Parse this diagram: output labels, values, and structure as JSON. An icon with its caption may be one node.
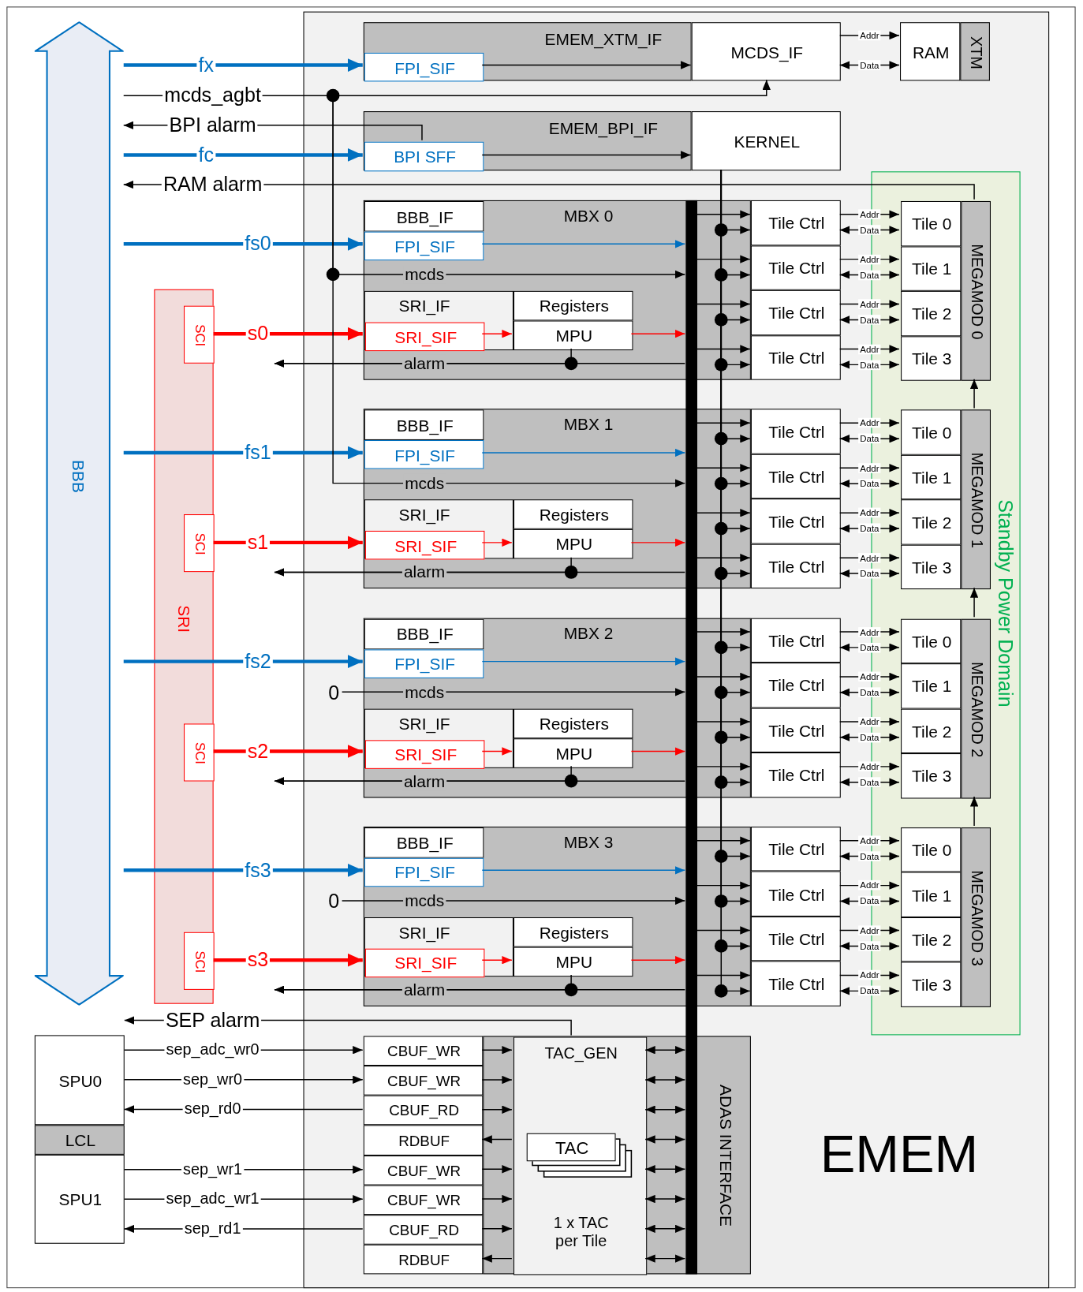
{
  "diagram": {
    "nodes": [
      {
        "text": [
          "EMEM"
        ]
      },
      {
        "text": [
          "BBB"
        ]
      },
      {
        "text": [
          "SRI"
        ]
      },
      {
        "text": [
          "SCI"
        ],
        "in": 2
      },
      {
        "text": [
          "SCI"
        ],
        "in": 2
      },
      {
        "text": [
          "SCI"
        ],
        "in": 2
      },
      {
        "text": [
          "SCI"
        ],
        "in": 2
      },
      {
        "text": [
          "EMEM_XTM_IF"
        ],
        "in": 0
      },
      {
        "text": [
          "FPI_SIF"
        ],
        "in": 7
      },
      {
        "text": [
          "MCDS_IF"
        ],
        "in": 0
      },
      {
        "text": [
          "RAM"
        ],
        "in": 0
      },
      {
        "text": [
          "XTM"
        ],
        "in": 0
      },
      {
        "text": [
          "EMEM_BPI_IF"
        ],
        "in": 0
      },
      {
        "text": [
          "BPI SFF"
        ],
        "in": 12
      },
      {
        "text": [
          "KERNEL"
        ],
        "in": 0
      },
      {
        "text": [
          "Standby Power Domain"
        ],
        "in": 0
      },
      {
        "text": [],
        "shape": "bar",
        "in": 0
      },
      {
        "text": [
          "MBX 0"
        ],
        "in": 0
      },
      {
        "text": [
          "BBB_IF"
        ],
        "in": 17
      },
      {
        "text": [
          "FPI_SIF"
        ],
        "in": 17
      },
      {
        "text": [
          "SRI_IF"
        ],
        "in": 17
      },
      {
        "text": [
          "SRI_SIF"
        ],
        "in": 20
      },
      {
        "text": [
          "Registers"
        ],
        "in": 17
      },
      {
        "text": [
          "MPU"
        ],
        "in": 17
      },
      {
        "text": [
          "Tile Ctrl"
        ],
        "in": 0
      },
      {
        "text": [
          "Tile Ctrl"
        ],
        "in": 0
      },
      {
        "text": [
          "Tile Ctrl"
        ],
        "in": 0
      },
      {
        "text": [
          "Tile Ctrl"
        ],
        "in": 0
      },
      {
        "text": [
          "Tile 0"
        ],
        "in": 15
      },
      {
        "text": [
          "Tile 1"
        ],
        "in": 15
      },
      {
        "text": [
          "Tile 2"
        ],
        "in": 15
      },
      {
        "text": [
          "Tile 3"
        ],
        "in": 15
      },
      {
        "text": [
          "MEGAMOD 0"
        ],
        "in": 15
      },
      {
        "text": [
          "MBX 1"
        ],
        "in": 0
      },
      {
        "text": [
          "BBB_IF"
        ],
        "in": 33
      },
      {
        "text": [
          "FPI_SIF"
        ],
        "in": 33
      },
      {
        "text": [
          "SRI_IF"
        ],
        "in": 33
      },
      {
        "text": [
          "SRI_SIF"
        ],
        "in": 36
      },
      {
        "text": [
          "Registers"
        ],
        "in": 33
      },
      {
        "text": [
          "MPU"
        ],
        "in": 33
      },
      {
        "text": [
          "Tile Ctrl"
        ],
        "in": 0
      },
      {
        "text": [
          "Tile Ctrl"
        ],
        "in": 0
      },
      {
        "text": [
          "Tile Ctrl"
        ],
        "in": 0
      },
      {
        "text": [
          "Tile Ctrl"
        ],
        "in": 0
      },
      {
        "text": [
          "Tile 0"
        ],
        "in": 15
      },
      {
        "text": [
          "Tile 1"
        ],
        "in": 15
      },
      {
        "text": [
          "Tile 2"
        ],
        "in": 15
      },
      {
        "text": [
          "Tile 3"
        ],
        "in": 15
      },
      {
        "text": [
          "MEGAMOD 1"
        ],
        "in": 15
      },
      {
        "text": [
          "MBX 2"
        ],
        "in": 0
      },
      {
        "text": [
          "BBB_IF"
        ],
        "in": 49
      },
      {
        "text": [
          "FPI_SIF"
        ],
        "in": 49
      },
      {
        "text": [
          "SRI_IF"
        ],
        "in": 49
      },
      {
        "text": [
          "SRI_SIF"
        ],
        "in": 52
      },
      {
        "text": [
          "Registers"
        ],
        "in": 49
      },
      {
        "text": [
          "MPU"
        ],
        "in": 49
      },
      {
        "text": [
          "Tile Ctrl"
        ],
        "in": 0
      },
      {
        "text": [
          "Tile Ctrl"
        ],
        "in": 0
      },
      {
        "text": [
          "Tile Ctrl"
        ],
        "in": 0
      },
      {
        "text": [
          "Tile Ctrl"
        ],
        "in": 0
      },
      {
        "text": [
          "Tile 0"
        ],
        "in": 15
      },
      {
        "text": [
          "Tile 1"
        ],
        "in": 15
      },
      {
        "text": [
          "Tile 2"
        ],
        "in": 15
      },
      {
        "text": [
          "Tile 3"
        ],
        "in": 15
      },
      {
        "text": [
          "MEGAMOD 2"
        ],
        "in": 15
      },
      {
        "text": [
          "MBX 3"
        ],
        "in": 0
      },
      {
        "text": [
          "BBB_IF"
        ],
        "in": 65
      },
      {
        "text": [
          "FPI_SIF"
        ],
        "in": 65
      },
      {
        "text": [
          "SRI_IF"
        ],
        "in": 65
      },
      {
        "text": [
          "SRI_SIF"
        ],
        "in": 68
      },
      {
        "text": [
          "Registers"
        ],
        "in": 65
      },
      {
        "text": [
          "MPU"
        ],
        "in": 65
      },
      {
        "text": [
          "Tile Ctrl"
        ],
        "in": 0
      },
      {
        "text": [
          "Tile Ctrl"
        ],
        "in": 0
      },
      {
        "text": [
          "Tile Ctrl"
        ],
        "in": 0
      },
      {
        "text": [
          "Tile Ctrl"
        ],
        "in": 0
      },
      {
        "text": [
          "Tile 0"
        ],
        "in": 15
      },
      {
        "text": [
          "Tile 1"
        ],
        "in": 15
      },
      {
        "text": [
          "Tile 2"
        ],
        "in": 15
      },
      {
        "text": [
          "Tile 3"
        ],
        "in": 15
      },
      {
        "text": [
          "MEGAMOD 3"
        ],
        "in": 15
      },
      {
        "text": [
          "0"
        ],
        "in": 0
      },
      {
        "text": [
          "0"
        ],
        "in": 0
      },
      {
        "text": [
          "SPU0"
        ]
      },
      {
        "text": [
          "LCL"
        ]
      },
      {
        "text": [
          "SPU1"
        ]
      },
      {
        "text": [
          "CBUF_WR"
        ],
        "in": 0
      },
      {
        "text": [
          "CBUF_WR"
        ],
        "in": 0
      },
      {
        "text": [
          "CBUF_RD"
        ],
        "in": 0
      },
      {
        "text": [
          "RDBUF"
        ],
        "in": 0
      },
      {
        "text": [
          "CBUF_WR"
        ],
        "in": 0
      },
      {
        "text": [
          "CBUF_WR"
        ],
        "in": 0
      },
      {
        "text": [
          "CBUF_RD"
        ],
        "in": 0
      },
      {
        "text": [
          "RDBUF"
        ],
        "in": 0
      },
      {
        "text": [
          "ADAS INTERFACE"
        ],
        "in": 0
      },
      {
        "text": [
          "TAC_GEN",
          "1 x TAC per Tile"
        ],
        "in": 94
      },
      {
        "text": [
          "TAC"
        ],
        "in": 95
      }
    ],
    "edges": [
      {
        "from": 1,
        "to": 8,
        "arrow": "to",
        "label": "fx",
        "style": "thick",
        "color": "#0070c0"
      },
      {
        "from": 8,
        "to": 9,
        "arrow": "to"
      },
      {
        "from": 1,
        "to": 9,
        "arrow": "to",
        "label": "mcds_agbt"
      },
      {
        "from": 13,
        "to": 1,
        "arrow": "to",
        "label": "BPI alarm"
      },
      {
        "from": 1,
        "to": 13,
        "arrow": "to",
        "label": "fc",
        "style": "thick",
        "color": "#0070c0"
      },
      {
        "from": 13,
        "to": 14,
        "arrow": "to"
      },
      {
        "from": 32,
        "to": 1,
        "arrow": "to",
        "label": "RAM alarm"
      },
      {
        "from": 9,
        "to": 10,
        "arrow": "to",
        "label": "Addr"
      },
      {
        "from": 9,
        "to": 10,
        "arrow": "both",
        "label": "Data"
      },
      {
        "from": 1,
        "to": 19,
        "arrow": "to",
        "label": "fs0",
        "style": "thick",
        "color": "#0070c0"
      },
      {
        "from": null,
        "to": 16,
        "arrow": "to",
        "label": "mcds"
      },
      {
        "from": 3,
        "to": 21,
        "arrow": "to",
        "label": "s0",
        "style": "thick",
        "color": "#ff0000"
      },
      {
        "from": 21,
        "to": 23,
        "arrow": "to",
        "color": "#ff0000"
      },
      {
        "from": 19,
        "to": 16,
        "arrow": "to",
        "color": "#0070c0"
      },
      {
        "from": 23,
        "to": 16,
        "arrow": "to",
        "color": "#ff0000"
      },
      {
        "from": 16,
        "to": null,
        "arrow": "to",
        "label": "alarm"
      },
      {
        "from": 23,
        "to": null,
        "arrow": "to"
      },
      {
        "from": 16,
        "to": 24,
        "arrow": "to"
      },
      {
        "from": 14,
        "to": 24,
        "arrow": "to"
      },
      {
        "from": 24,
        "to": 28,
        "arrow": "to",
        "label": "Addr"
      },
      {
        "from": 24,
        "to": 28,
        "arrow": "both",
        "label": "Data"
      },
      {
        "from": 16,
        "to": 25,
        "arrow": "to"
      },
      {
        "from": 14,
        "to": 25,
        "arrow": "to"
      },
      {
        "from": 25,
        "to": 29,
        "arrow": "to",
        "label": "Addr"
      },
      {
        "from": 25,
        "to": 29,
        "arrow": "both",
        "label": "Data"
      },
      {
        "from": 16,
        "to": 26,
        "arrow": "to"
      },
      {
        "from": 14,
        "to": 26,
        "arrow": "to"
      },
      {
        "from": 26,
        "to": 30,
        "arrow": "to",
        "label": "Addr"
      },
      {
        "from": 26,
        "to": 30,
        "arrow": "both",
        "label": "Data"
      },
      {
        "from": 16,
        "to": 27,
        "arrow": "to"
      },
      {
        "from": 14,
        "to": 27,
        "arrow": "to"
      },
      {
        "from": 27,
        "to": 31,
        "arrow": "to",
        "label": "Addr"
      },
      {
        "from": 27,
        "to": 31,
        "arrow": "both",
        "label": "Data"
      },
      {
        "from": 1,
        "to": 35,
        "arrow": "to",
        "label": "fs1",
        "style": "thick",
        "color": "#0070c0"
      },
      {
        "from": null,
        "to": 16,
        "arrow": "to",
        "label": "mcds"
      },
      {
        "from": 4,
        "to": 37,
        "arrow": "to",
        "label": "s1",
        "style": "thick",
        "color": "#ff0000"
      },
      {
        "from": 37,
        "to": 39,
        "arrow": "to",
        "color": "#ff0000"
      },
      {
        "from": 35,
        "to": 16,
        "arrow": "to",
        "color": "#0070c0"
      },
      {
        "from": 39,
        "to": 16,
        "arrow": "to",
        "color": "#ff0000"
      },
      {
        "from": 16,
        "to": null,
        "arrow": "to",
        "label": "alarm"
      },
      {
        "from": 39,
        "to": null,
        "arrow": "to"
      },
      {
        "from": 16,
        "to": 40,
        "arrow": "to"
      },
      {
        "from": 14,
        "to": 40,
        "arrow": "to"
      },
      {
        "from": 40,
        "to": 44,
        "arrow": "to",
        "label": "Addr"
      },
      {
        "from": 40,
        "to": 44,
        "arrow": "both",
        "label": "Data"
      },
      {
        "from": 16,
        "to": 41,
        "arrow": "to"
      },
      {
        "from": 14,
        "to": 41,
        "arrow": "to"
      },
      {
        "from": 41,
        "to": 45,
        "arrow": "to",
        "label": "Addr"
      },
      {
        "from": 41,
        "to": 45,
        "arrow": "both",
        "label": "Data"
      },
      {
        "from": 16,
        "to": 42,
        "arrow": "to"
      },
      {
        "from": 14,
        "to": 42,
        "arrow": "to"
      },
      {
        "from": 42,
        "to": 46,
        "arrow": "to",
        "label": "Addr"
      },
      {
        "from": 42,
        "to": 46,
        "arrow": "both",
        "label": "Data"
      },
      {
        "from": 16,
        "to": 43,
        "arrow": "to"
      },
      {
        "from": 14,
        "to": 43,
        "arrow": "to"
      },
      {
        "from": 43,
        "to": 47,
        "arrow": "to",
        "label": "Addr"
      },
      {
        "from": 43,
        "to": 47,
        "arrow": "both",
        "label": "Data"
      },
      {
        "from": 1,
        "to": 51,
        "arrow": "to",
        "label": "fs2",
        "style": "thick",
        "color": "#0070c0"
      },
      {
        "from": 81,
        "to": 16,
        "arrow": "to",
        "label": "mcds"
      },
      {
        "from": 5,
        "to": 53,
        "arrow": "to",
        "label": "s2",
        "style": "thick",
        "color": "#ff0000"
      },
      {
        "from": 53,
        "to": 55,
        "arrow": "to",
        "color": "#ff0000"
      },
      {
        "from": 51,
        "to": 16,
        "arrow": "to",
        "color": "#0070c0"
      },
      {
        "from": 55,
        "to": 16,
        "arrow": "to",
        "color": "#ff0000"
      },
      {
        "from": 16,
        "to": null,
        "arrow": "to",
        "label": "alarm"
      },
      {
        "from": 55,
        "to": null,
        "arrow": "to"
      },
      {
        "from": 16,
        "to": 56,
        "arrow": "to"
      },
      {
        "from": 14,
        "to": 56,
        "arrow": "to"
      },
      {
        "from": 56,
        "to": 60,
        "arrow": "to",
        "label": "Addr"
      },
      {
        "from": 56,
        "to": 60,
        "arrow": "both",
        "label": "Data"
      },
      {
        "from": 16,
        "to": 57,
        "arrow": "to"
      },
      {
        "from": 14,
        "to": 57,
        "arrow": "to"
      },
      {
        "from": 57,
        "to": 61,
        "arrow": "to",
        "label": "Addr"
      },
      {
        "from": 57,
        "to": 61,
        "arrow": "both",
        "label": "Data"
      },
      {
        "from": 16,
        "to": 58,
        "arrow": "to"
      },
      {
        "from": 14,
        "to": 58,
        "arrow": "to"
      },
      {
        "from": 58,
        "to": 62,
        "arrow": "to",
        "label": "Addr"
      },
      {
        "from": 58,
        "to": 62,
        "arrow": "both",
        "label": "Data"
      },
      {
        "from": 16,
        "to": 59,
        "arrow": "to"
      },
      {
        "from": 14,
        "to": 59,
        "arrow": "to"
      },
      {
        "from": 59,
        "to": 63,
        "arrow": "to",
        "label": "Addr"
      },
      {
        "from": 59,
        "to": 63,
        "arrow": "both",
        "label": "Data"
      },
      {
        "from": 1,
        "to": 67,
        "arrow": "to",
        "label": "fs3",
        "style": "thick",
        "color": "#0070c0"
      },
      {
        "from": 82,
        "to": 16,
        "arrow": "to",
        "label": "mcds"
      },
      {
        "from": 6,
        "to": 69,
        "arrow": "to",
        "label": "s3",
        "style": "thick",
        "color": "#ff0000"
      },
      {
        "from": 69,
        "to": 71,
        "arrow": "to",
        "color": "#ff0000"
      },
      {
        "from": 67,
        "to": 16,
        "arrow": "to",
        "color": "#0070c0"
      },
      {
        "from": 71,
        "to": 16,
        "arrow": "to",
        "color": "#ff0000"
      },
      {
        "from": 16,
        "to": null,
        "arrow": "to",
        "label": "alarm"
      },
      {
        "from": 71,
        "to": null,
        "arrow": "to"
      },
      {
        "from": 16,
        "to": 72,
        "arrow": "to"
      },
      {
        "from": 14,
        "to": 72,
        "arrow": "to"
      },
      {
        "from": 72,
        "to": 76,
        "arrow": "to",
        "label": "Addr"
      },
      {
        "from": 72,
        "to": 76,
        "arrow": "both",
        "label": "Data"
      },
      {
        "from": 16,
        "to": 73,
        "arrow": "to"
      },
      {
        "from": 14,
        "to": 73,
        "arrow": "to"
      },
      {
        "from": 73,
        "to": 77,
        "arrow": "to",
        "label": "Addr"
      },
      {
        "from": 73,
        "to": 77,
        "arrow": "both",
        "label": "Data"
      },
      {
        "from": 16,
        "to": 74,
        "arrow": "to"
      },
      {
        "from": 14,
        "to": 74,
        "arrow": "to"
      },
      {
        "from": 74,
        "to": 78,
        "arrow": "to",
        "label": "Addr"
      },
      {
        "from": 74,
        "to": 78,
        "arrow": "both",
        "label": "Data"
      },
      {
        "from": 16,
        "to": 75,
        "arrow": "to"
      },
      {
        "from": 14,
        "to": 75,
        "arrow": "to"
      },
      {
        "from": 75,
        "to": 79,
        "arrow": "to",
        "label": "Addr"
      },
      {
        "from": 75,
        "to": 79,
        "arrow": "both",
        "label": "Data"
      },
      {
        "from": 48,
        "to": 32,
        "arrow": "to"
      },
      {
        "from": 64,
        "to": 48,
        "arrow": "to"
      },
      {
        "from": 80,
        "to": 64,
        "arrow": "to"
      },
      {
        "from": 83,
        "to": 86,
        "arrow": "to",
        "label": "sep_adc_wr0"
      },
      {
        "from": 83,
        "to": 87,
        "arrow": "to",
        "label": "sep_wr0"
      },
      {
        "from": 88,
        "to": 83,
        "arrow": "to",
        "label": "sep_rd0"
      },
      {
        "from": 85,
        "to": 90,
        "arrow": "to",
        "label": "sep_wr1"
      },
      {
        "from": 85,
        "to": 91,
        "arrow": "to",
        "label": "sep_adc_wr1"
      },
      {
        "from": 92,
        "to": 85,
        "arrow": "to",
        "label": "sep_rd1"
      },
      {
        "from": 86,
        "to": 95,
        "arrow": "to"
      },
      {
        "from": 87,
        "to": 95,
        "arrow": "to"
      },
      {
        "from": 88,
        "to": 95,
        "arrow": "to"
      },
      {
        "from": 95,
        "to": 89,
        "arrow": "to"
      },
      {
        "from": 90,
        "to": 95,
        "arrow": "to"
      },
      {
        "from": 91,
        "to": 95,
        "arrow": "to"
      },
      {
        "from": 92,
        "to": 95,
        "arrow": "to"
      },
      {
        "from": 95,
        "to": 93,
        "arrow": "to"
      },
      {
        "from": 95,
        "to": 16,
        "arrow": "both"
      },
      {
        "from": 95,
        "to": 16,
        "arrow": "both"
      },
      {
        "from": 95,
        "to": 16,
        "arrow": "both"
      },
      {
        "from": 95,
        "to": 16,
        "arrow": "both"
      },
      {
        "from": 95,
        "to": 16,
        "arrow": "both"
      },
      {
        "from": 95,
        "to": 16,
        "arrow": "both"
      },
      {
        "from": 95,
        "to": 16,
        "arrow": "both"
      },
      {
        "from": 95,
        "to": 16,
        "arrow": "both"
      },
      {
        "from": 95,
        "to": 83,
        "arrow": "to",
        "label": "SEP alarm"
      }
    ]
  }
}
